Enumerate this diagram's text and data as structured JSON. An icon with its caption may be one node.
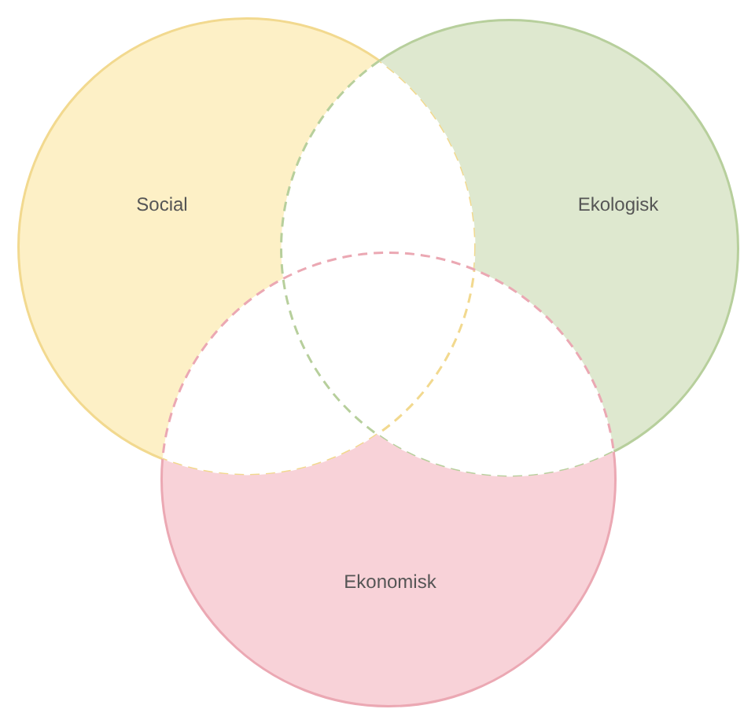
{
  "diagram": {
    "nodes": [
      {
        "text": [
          "Social"
        ]
      },
      {
        "text": [
          "Ekologisk"
        ]
      },
      {
        "text": [
          "Ekonomisk"
        ]
      }
    ]
  }
}
